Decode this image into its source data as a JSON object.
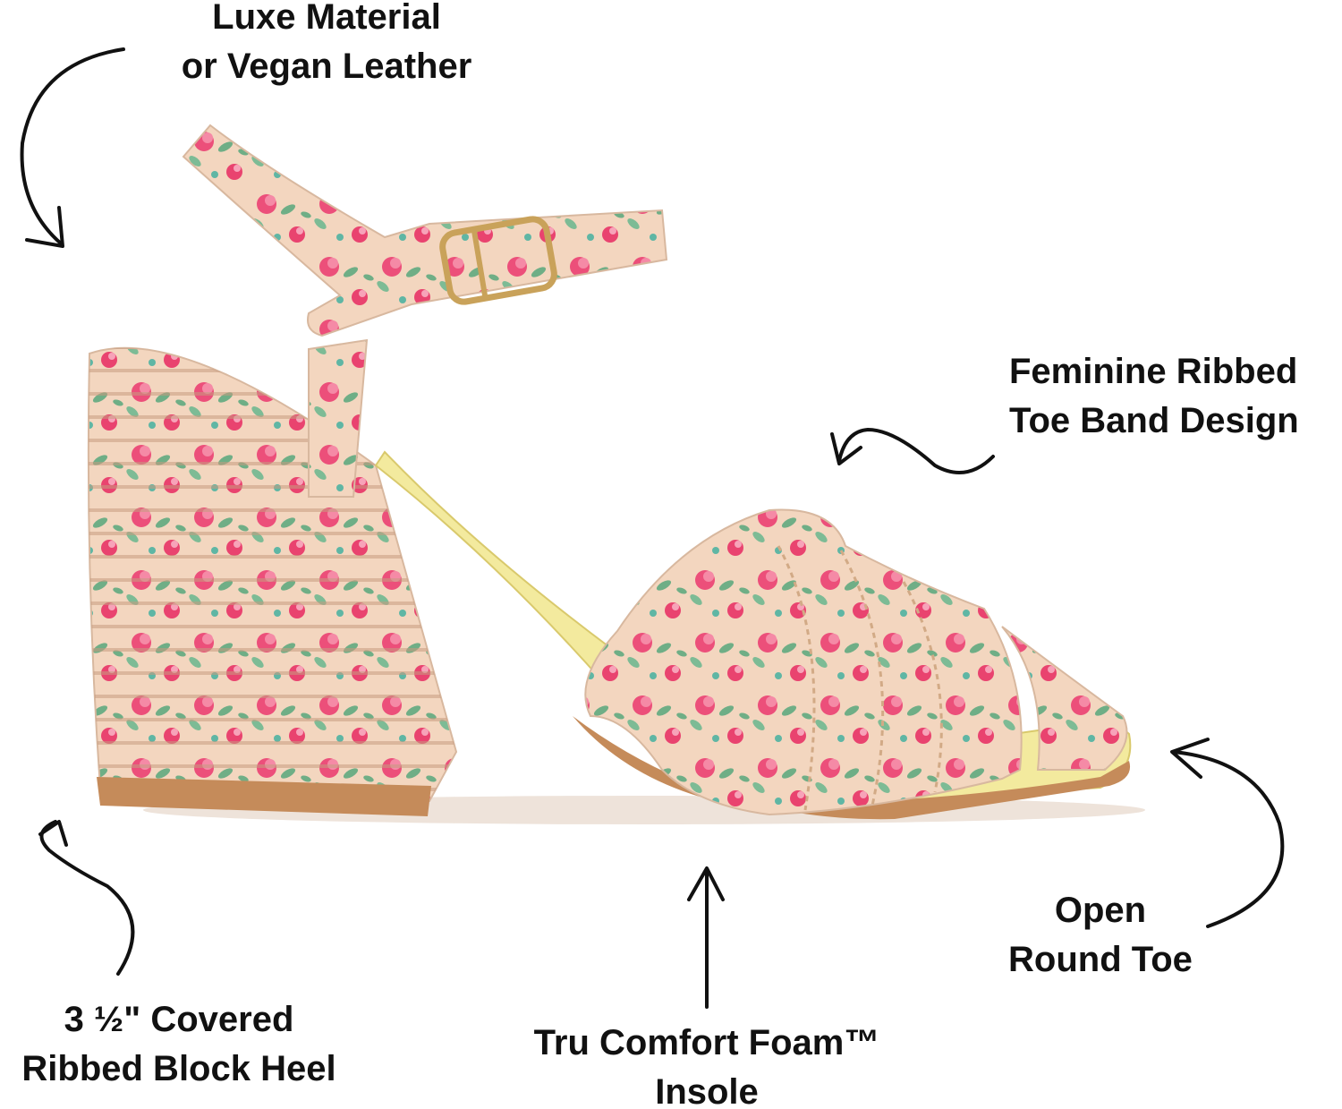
{
  "callouts": {
    "material": {
      "line1": "Luxe Material",
      "line2": "or Vegan Leather"
    },
    "toe_band": {
      "line1": "Feminine Ribbed",
      "line2": "Toe Band Design"
    },
    "heel": {
      "line1": "3 ½\" Covered",
      "line2": "Ribbed Block Heel"
    },
    "insole": {
      "line1": "Tru Comfort Foam™",
      "line2": "Insole"
    },
    "toe": {
      "line1": "Open",
      "line2": "Round Toe"
    }
  },
  "icons": {
    "arrow": "curved-arrow-icon",
    "product": "floral-block-heel-sandal"
  },
  "colors": {
    "text": "#111111",
    "fabric_base": "#f3d6bf",
    "floral_pink": "#ec4f7a",
    "floral_green": "#6fae86",
    "lining_yellow": "#f3ea9e",
    "sole_tan": "#c58b5a",
    "buckle_gold": "#c9a25a"
  }
}
